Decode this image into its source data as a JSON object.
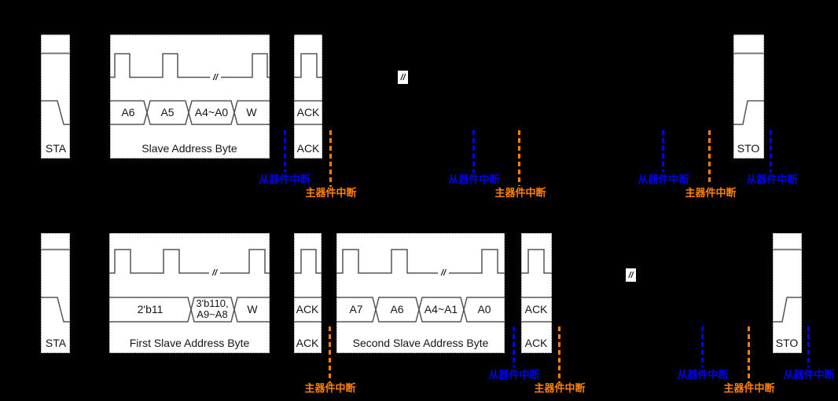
{
  "diagram": {
    "break_symbol": "//",
    "interrupts": {
      "slave": "从器件中断",
      "master": "主器件中断"
    },
    "colors": {
      "slave_interrupt": "#0000EE",
      "master_interrupt": "#FF8000",
      "waveform": "#555555",
      "box_background": "#FFFFFF",
      "page_background": "#000000"
    },
    "row1": {
      "sta_label": "STA",
      "byte": {
        "label": "Slave Address Byte",
        "cells": [
          "A6",
          "A5",
          "A4~A0",
          "W"
        ]
      },
      "ack": {
        "cell": "ACK",
        "label": "ACK"
      },
      "sto_label": "STO"
    },
    "row2": {
      "sta_label": "STA",
      "byte1": {
        "label": "First Slave Address Byte",
        "cells": [
          "2'b11",
          [
            "3'b110,",
            "A9~A8"
          ],
          "W"
        ]
      },
      "ack1": {
        "cell": "ACK",
        "label": "ACK"
      },
      "byte2": {
        "label": "Second Slave Address Byte",
        "cells": [
          "A7",
          "A6",
          "A4~A1",
          "A0"
        ]
      },
      "ack2": {
        "cell": "ACK",
        "label": "ACK"
      },
      "sto_label": "STO"
    }
  }
}
